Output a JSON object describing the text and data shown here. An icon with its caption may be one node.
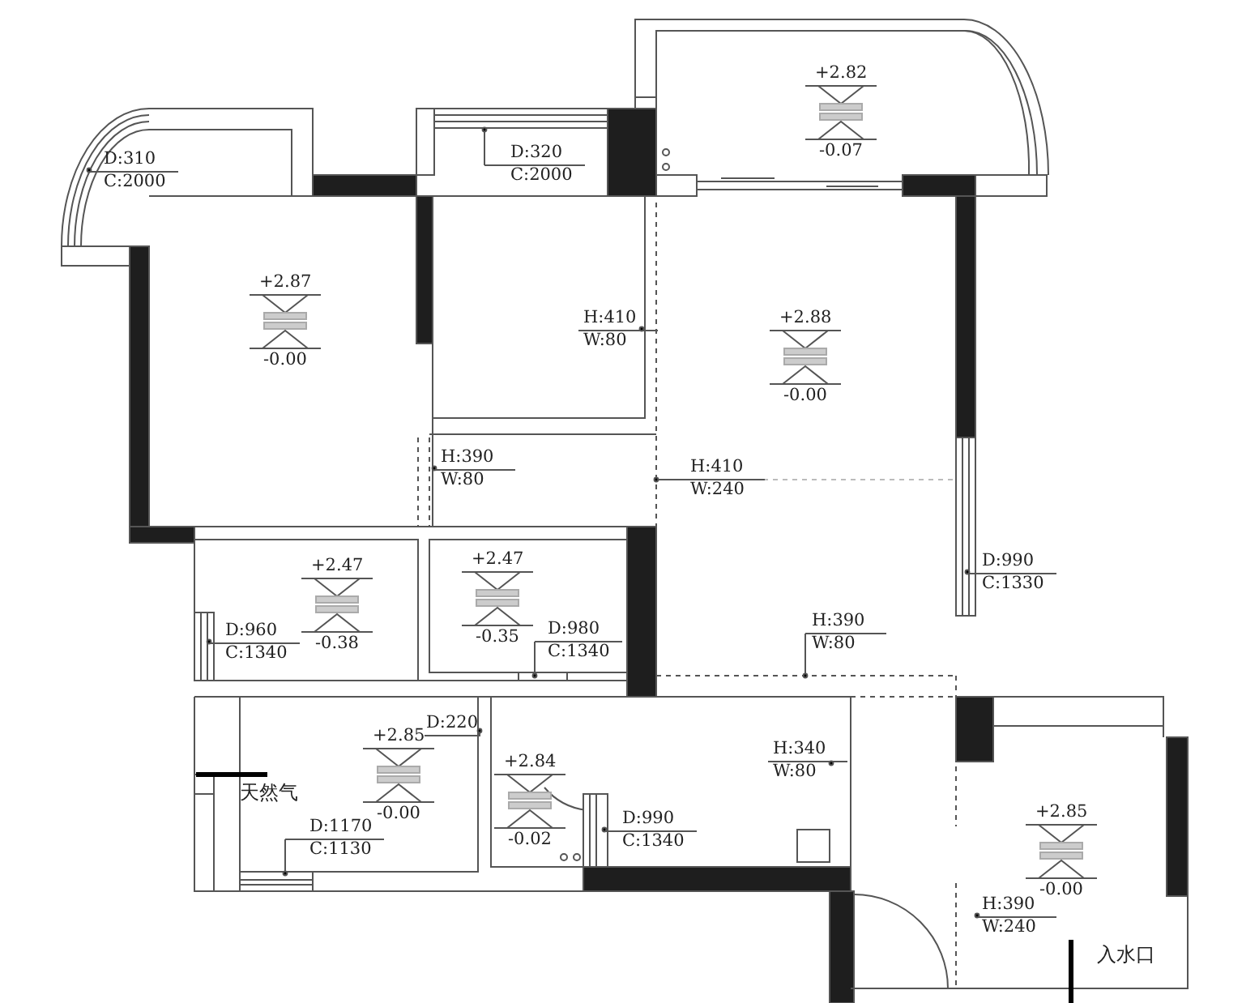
{
  "diagram": {
    "labels": [
      "+2.82",
      "-0.07",
      "D:310",
      "C:2000",
      "D:320",
      "C:2000",
      "+2.87",
      "-0.00",
      "H:410",
      "W:80",
      "+2.88",
      "-0.00",
      "H:390",
      "W:80",
      "H:410",
      "W:240",
      "D:990",
      "C:1330",
      "+2.47",
      "-0.38",
      "+2.47",
      "-0.35",
      "D:960",
      "C:1340",
      "D:980",
      "C:1340",
      "H:390",
      "W:80",
      "D:220",
      "+2.85",
      "-0.00",
      "+2.84",
      "-0.02",
      "天然气",
      "H:340",
      "W:80",
      "D:1170",
      "C:1130",
      "D:990",
      "C:1340",
      "+2.85",
      "-0.00",
      "H:390",
      "W:240",
      "入水口"
    ]
  }
}
